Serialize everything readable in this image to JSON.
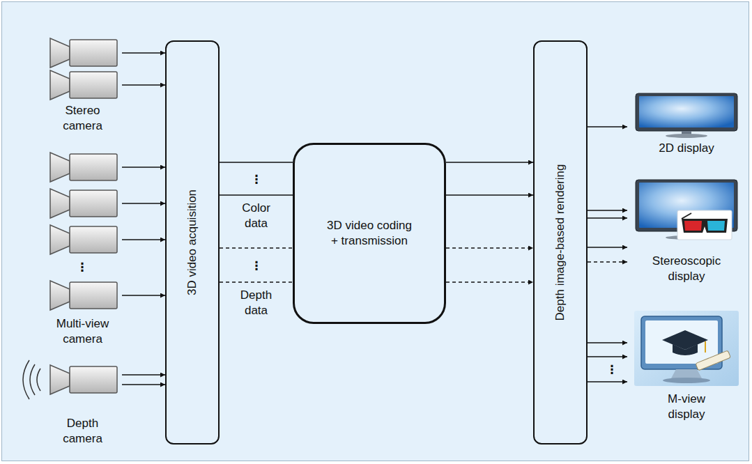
{
  "diagram": {
    "nodes": [
      {
        "text": [
          "Stereo camera"
        ]
      },
      {
        "text": [
          "Multi-view camera"
        ]
      },
      {
        "text": [
          "Depth camera"
        ]
      },
      {
        "text": [
          "3D video acquisition"
        ]
      },
      {
        "text": [
          "3D video coding + transmission"
        ]
      },
      {
        "text": [
          "Depth image-based rendering"
        ]
      },
      {
        "text": [
          "2D display"
        ]
      },
      {
        "text": [
          "Stereoscopic display"
        ]
      },
      {
        "text": [
          "M-view display"
        ]
      }
    ],
    "edges": [
      {
        "from": 0,
        "to": 3,
        "arrow": "to"
      },
      {
        "from": 0,
        "to": 3,
        "arrow": "to"
      },
      {
        "from": 1,
        "to": 3,
        "arrow": "to"
      },
      {
        "from": 1,
        "to": 3,
        "arrow": "to"
      },
      {
        "from": 1,
        "to": 3,
        "arrow": "to"
      },
      {
        "from": 1,
        "to": 3,
        "arrow": "to"
      },
      {
        "from": 2,
        "to": 3,
        "arrow": "to"
      },
      {
        "from": 2,
        "to": 3,
        "arrow": "to"
      },
      {
        "from": 3,
        "to": 4,
        "arrow": "none"
      },
      {
        "from": 3,
        "to": 4,
        "label": "Color data",
        "arrow": "none"
      },
      {
        "from": 3,
        "to": 4,
        "arrow": "none"
      },
      {
        "from": 3,
        "to": 4,
        "label": "Depth data",
        "arrow": "none"
      },
      {
        "from": 4,
        "to": 5,
        "arrow": "to"
      },
      {
        "from": 4,
        "to": 5,
        "arrow": "to"
      },
      {
        "from": 4,
        "to": 5,
        "arrow": "to"
      },
      {
        "from": 4,
        "to": 5,
        "arrow": "to"
      },
      {
        "from": 5,
        "to": 6,
        "arrow": "to"
      },
      {
        "from": 5,
        "to": 7,
        "arrow": "to"
      },
      {
        "from": 5,
        "to": 7,
        "arrow": "to"
      },
      {
        "from": 5,
        "to": 7,
        "arrow": "to"
      },
      {
        "from": 5,
        "to": 7,
        "arrow": "to"
      },
      {
        "from": 5,
        "to": 8,
        "arrow": "to"
      },
      {
        "from": 5,
        "to": 8,
        "arrow": "to"
      },
      {
        "from": 5,
        "to": 8,
        "arrow": "to"
      }
    ],
    "labels": [
      "⋮",
      "⋮",
      "⋮",
      "⋮"
    ]
  }
}
